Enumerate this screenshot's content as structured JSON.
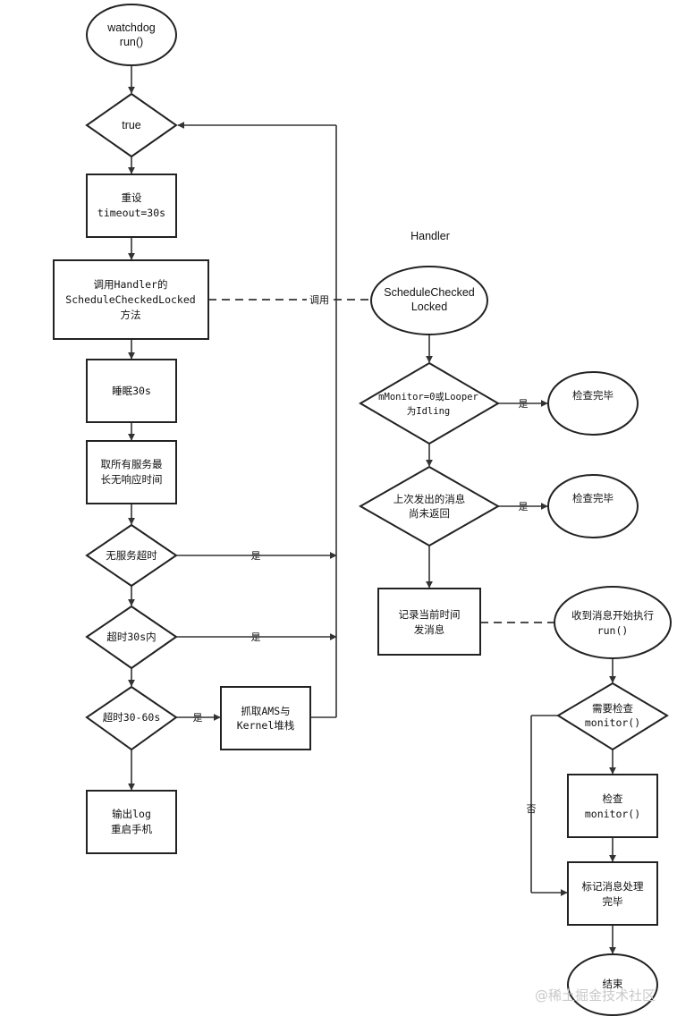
{
  "nodes": {
    "start": [
      "watchdog",
      "run()"
    ],
    "loop": [
      "true"
    ],
    "reset": [
      "重设",
      "timeout=30s"
    ],
    "call": [
      "调用Handler的",
      "ScheduleCheckedLocked",
      "方法"
    ],
    "sleep": [
      "睡眠30s"
    ],
    "fetch": [
      "取所有服务最",
      "长无响应时间"
    ],
    "no_timeout": [
      "无服务超时"
    ],
    "within30": [
      "超时30s内"
    ],
    "t3060": [
      "超时30-60s"
    ],
    "dump": [
      "抓取AMS与",
      "Kernel堆栈"
    ],
    "reboot": [
      "输出log",
      "重启手机"
    ],
    "handler_title": [
      "Handler"
    ],
    "sched": [
      "ScheduleChecked",
      "Locked"
    ],
    "check1": [
      "mMonitor=0或Looper",
      "为Idling"
    ],
    "done1": [
      "检查完毕"
    ],
    "check2": [
      "上次发出的消息",
      "尚未返回"
    ],
    "done2": [
      "检查完毕"
    ],
    "record": [
      "记录当前时间",
      "发消息"
    ],
    "recv": [
      "收到消息开始执行",
      "run()"
    ],
    "need": [
      "需要检查",
      "monitor()"
    ],
    "do_check": [
      "检查",
      "monitor()"
    ],
    "mark": [
      "标记消息处理",
      "完毕"
    ],
    "end": [
      "结束"
    ]
  },
  "edge_labels": {
    "call_dashed": "调用",
    "yes_no_timeout": "是",
    "yes_within30": "是",
    "yes_t3060": "是",
    "yes_check1": "是",
    "yes_check2": "是",
    "no_need": "否"
  },
  "watermark": "@稀土掘金技术社区"
}
